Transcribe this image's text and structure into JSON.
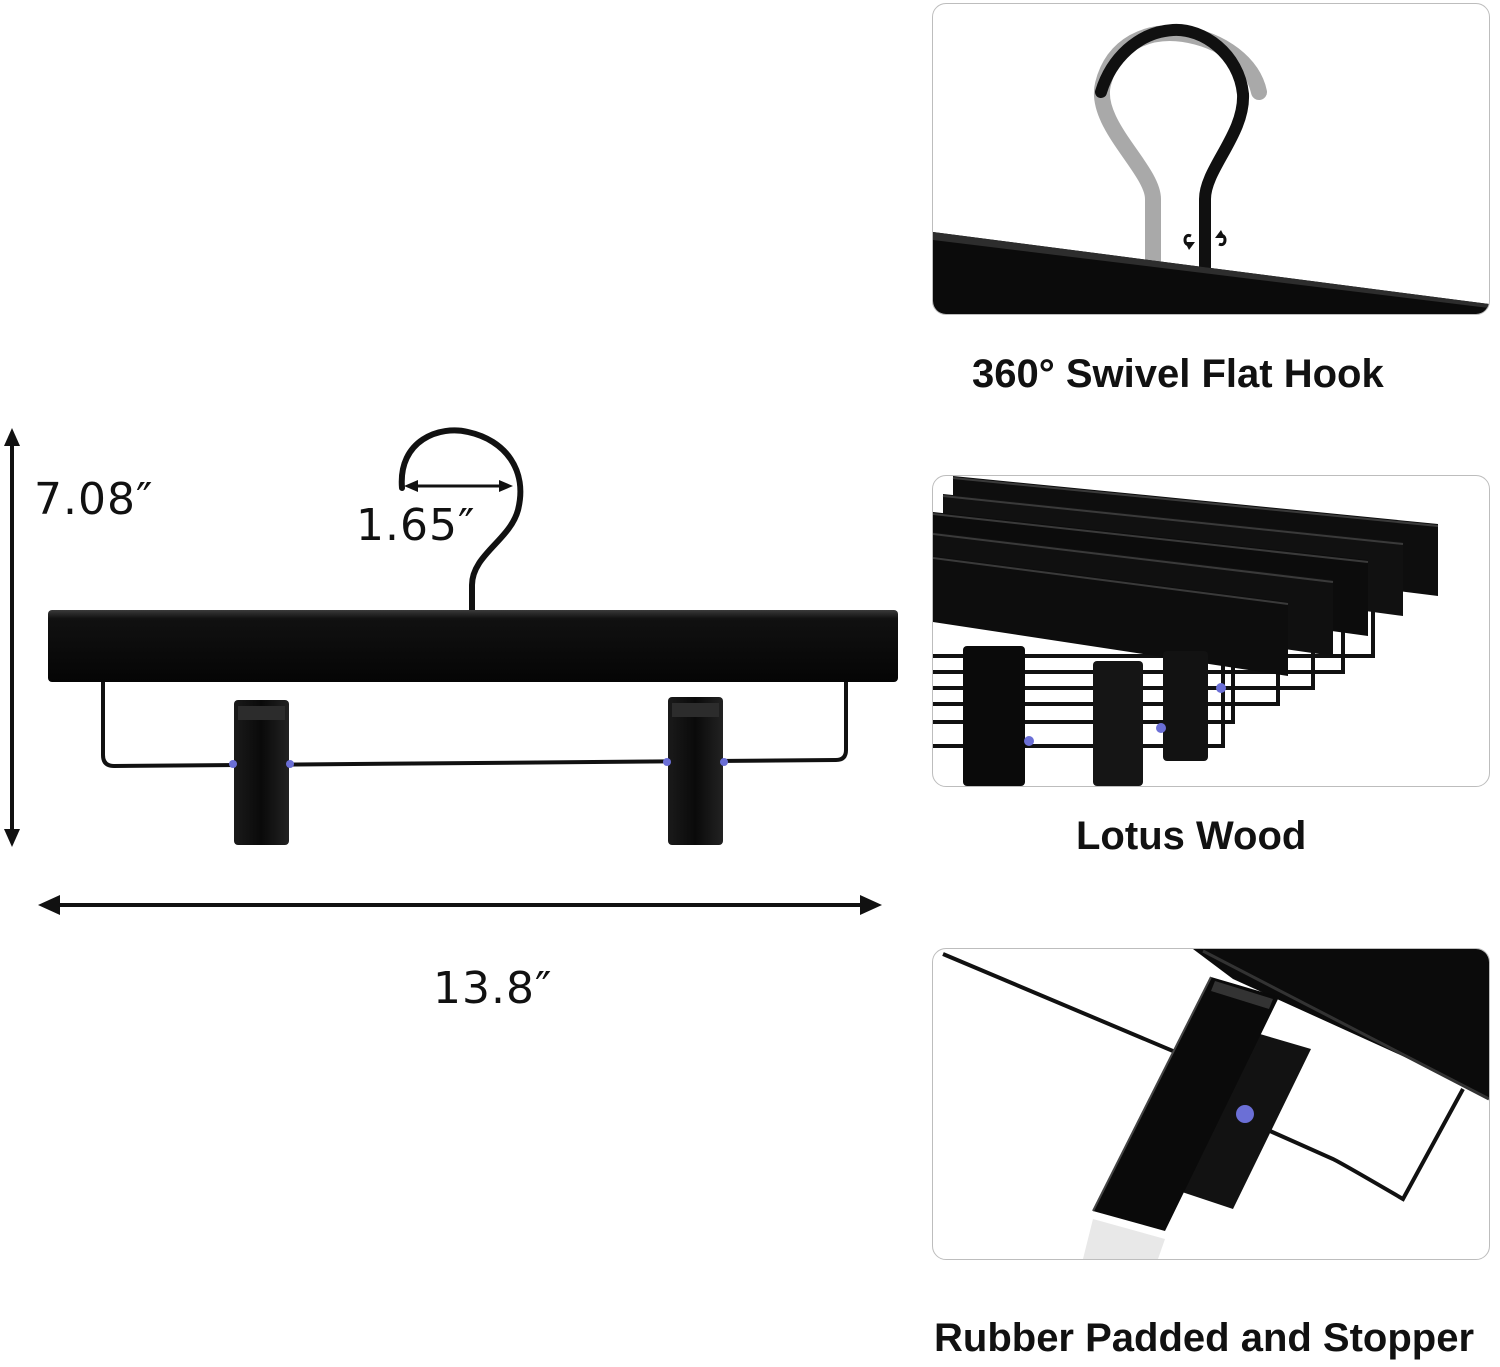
{
  "dimensions": {
    "height": "7.08″",
    "hook_width": "1.65″",
    "length": "13.8″"
  },
  "features": [
    {
      "caption": "360° Swivel Flat Hook"
    },
    {
      "caption": "Lotus Wood"
    },
    {
      "caption": "Rubber Padded and Stopper"
    }
  ],
  "colors": {
    "hanger": "#0c0c0c",
    "rubber_pad": "#6b6fd6",
    "panel_border": "#bdbdbd"
  },
  "icons": {
    "swivel": "rotate-arrows-icon"
  }
}
